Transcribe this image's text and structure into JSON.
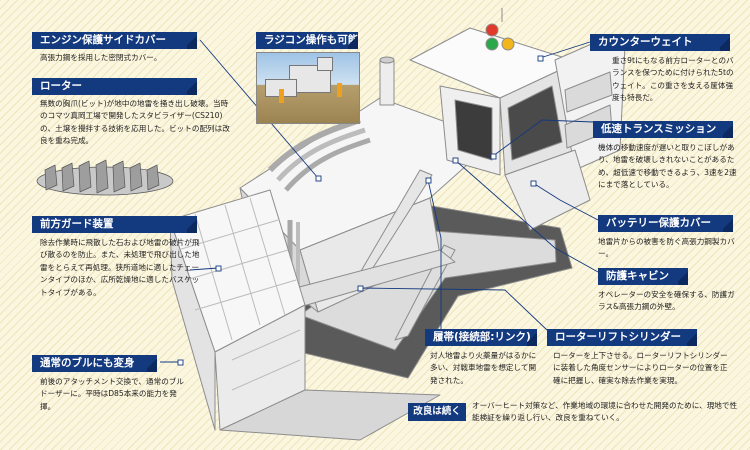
{
  "labels": {
    "engine": {
      "title": "エンジン保護サイドカバー",
      "text": "高張力鋼を採用した密閉式カバー。"
    },
    "rotor": {
      "title": "ローター",
      "text": "無数の胸爪(ビット)が地中の地雷を掻き出し破壊。当時のコマツ真岡工場で開発したスタビライザー(CS210)の、土壌を攪拌する技術を応用した。ビットの配列は改良を重ね完成。"
    },
    "front_guard": {
      "title": "前方ガード装置",
      "text": "除去作業時に飛散した石および地雷の破片が飛び散るのを防止。また、未処理で飛び出した地雷をとらえて再処理。狭所道地に適したチェーンタイプのほか、広所乾燥地に適したバスケットタイプがある。"
    },
    "bull": {
      "title": "通常のブルにも変身",
      "text": "前後のアタッチメント交換で、通常のブルドーザーに。平時はD85本来の能力を発揮。"
    },
    "radio": {
      "title": "ラジコン操作も可能"
    },
    "counter": {
      "title": "カウンターウェイト",
      "text": "重さ9tにもなる前方ローターとのバランスを保つために付けられた5tのウェイト。この重さを支える筐体強度も特長だ。"
    },
    "transmission": {
      "title": "低速トランスミッション",
      "text": "機体の移動速度が遅いと取りこぼしがあり、地雷を破壊しきれないことがあるため、超低速で移動できるよう、3速を2速にまで落としている。"
    },
    "battery": {
      "title": "バッテリー保護カバー",
      "text": "地雷片からの被害を防ぐ高張力鋼製カバー。"
    },
    "cabin": {
      "title": "防護キャビン",
      "text": "オペレーターの安全を確保する、防護ガラス&高張力鋼の外壁。"
    },
    "track": {
      "title": "履帯(接続部:リンク)",
      "text": "対人地雷より火薬量がはるかに多い、対戦車地雷を想定して開発された。"
    },
    "lift": {
      "title": "ローターリフトシリンダー",
      "text": "ローターを上下させる。ローターリフトシリンダーに装着した角度センサーによりローターの位置を正確に把握し、確実な除去作業を実現。"
    }
  },
  "footer": {
    "badge": "改良は続く",
    "text": "オーバーヒート対策など、作業地域の環境に合わせた開発のために、現地で性能検証を繰り返し行い、改良を重ねていく。"
  },
  "colors": {
    "header_bg": "#13397f",
    "background": "#fbf6df",
    "lamp_red": "#e23a2a",
    "lamp_green": "#2aa84a",
    "lamp_yellow": "#f2b51c"
  }
}
